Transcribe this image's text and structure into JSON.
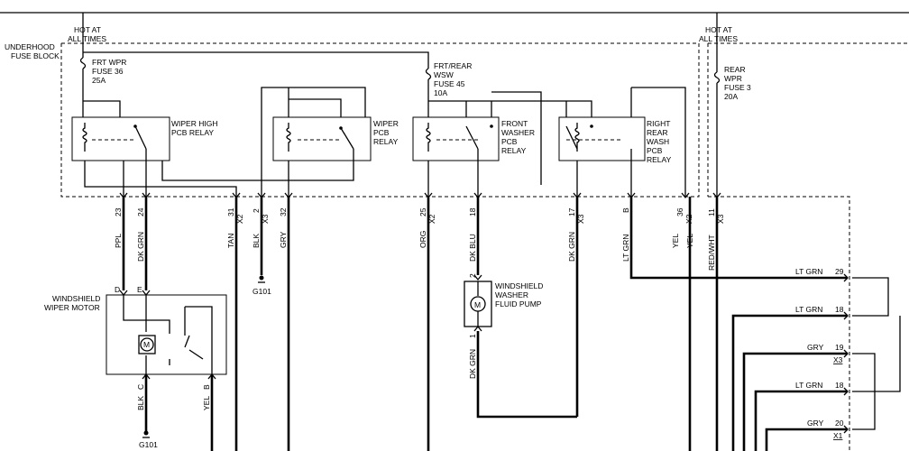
{
  "power": {
    "hot_left_1": "HOT AT",
    "hot_left_2": "ALL TIMES",
    "hot_right_1": "HOT AT",
    "hot_right_2": "ALL TIMES"
  },
  "fuse_block": {
    "line1": "UNDERHOOD",
    "line2": "FUSE BLOCK"
  },
  "fuses": {
    "frt_wpr": [
      "FRT WPR",
      "FUSE 36",
      "25A"
    ],
    "frt_rear_wsw": [
      "FRT/REAR",
      "WSW",
      "FUSE 45",
      "10A"
    ],
    "rear_wpr": [
      "REAR",
      "WPR",
      "FUSE 3",
      "20A"
    ]
  },
  "relays": {
    "wiper_high": [
      "WIPER HIGH",
      "PCB RELAY"
    ],
    "wiper": [
      "WIPER",
      "PCB",
      "RELAY"
    ],
    "front_washer": [
      "FRONT",
      "WASHER",
      "PCB",
      "RELAY"
    ],
    "right_rear_wash": [
      "RIGHT",
      "REAR",
      "WASH",
      "PCB",
      "RELAY"
    ]
  },
  "pins": {
    "p23": "23",
    "p24": "24",
    "p31": "31",
    "p2": "2",
    "p32": "32",
    "p25": "25",
    "p18": "18",
    "p17": "17",
    "pB": "B",
    "p36": "36",
    "p11": "11"
  },
  "connectors": {
    "x2": "X2",
    "x3": "X3",
    "x1": "X1"
  },
  "wires": {
    "ppl": "PPL",
    "dk_grn": "DK GRN",
    "tan": "TAN",
    "blk": "BLK",
    "gry": "GRY",
    "org": "ORG",
    "dk_blu": "DK BLU",
    "lt_grn": "LT GRN",
    "yel": "YEL",
    "red_wht": "RED/WHT"
  },
  "grounds": {
    "g101": "G101"
  },
  "motor": {
    "label1": "WINDSHIELD",
    "label2": "WIPER MOTOR",
    "symbol": "M",
    "pin_d": "D",
    "pin_e": "E",
    "pin_c": "C",
    "pin_b": "B"
  },
  "pump": {
    "label1": "WINDSHIELD",
    "label2": "WASHER",
    "label3": "FLUID PUMP",
    "symbol": "M",
    "pin_2": "2",
    "pin_1": "1"
  },
  "right_connector": {
    "rows": [
      {
        "wire": "LT GRN",
        "pin": "29",
        "conn": ""
      },
      {
        "wire": "LT GRN",
        "pin": "18",
        "conn": ""
      },
      {
        "wire": "GRY",
        "pin": "19",
        "conn": "X3"
      },
      {
        "wire": "LT GRN",
        "pin": "18",
        "conn": ""
      },
      {
        "wire": "GRY",
        "pin": "20",
        "conn": "X1"
      }
    ]
  }
}
